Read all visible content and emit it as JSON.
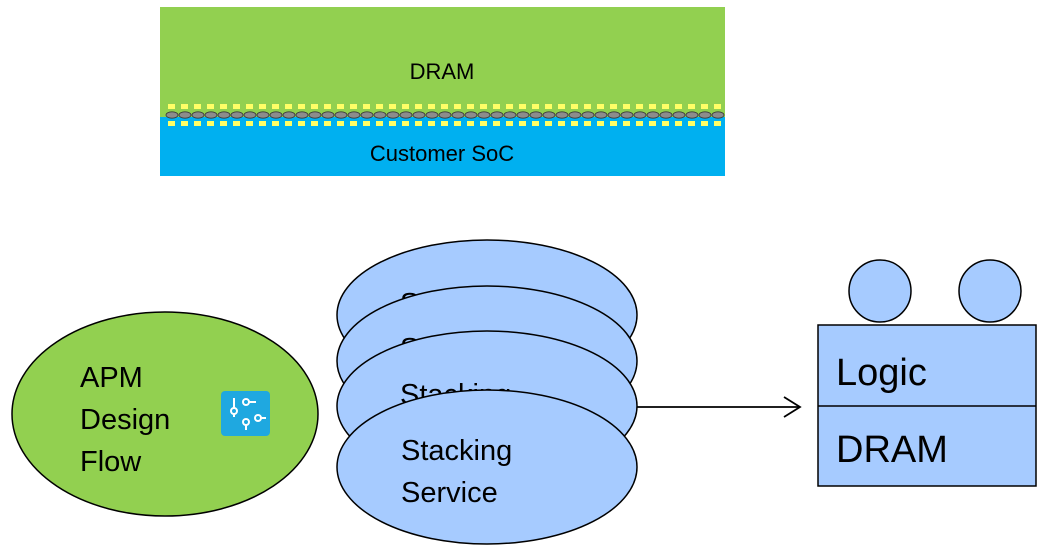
{
  "stack_diagram": {
    "top_layer_label": "DRAM",
    "bottom_layer_label": "Customer SoC"
  },
  "design_flow": {
    "label_lines": [
      "APM",
      "Design",
      "Flow"
    ]
  },
  "stacking_service": {
    "label_lines": [
      "Stacking",
      "Service"
    ],
    "partial_label": "Stacking"
  },
  "result_stack": {
    "logic_label": "Logic",
    "dram_label": "DRAM"
  },
  "colors": {
    "dram_green": "#92d050",
    "soc_blue": "#00b0f0",
    "light_blue": "#a6cbff",
    "icon_blue": "#1fa8e0",
    "bump_yellow": "#ffff66",
    "bump_gray": "#8c8c8c"
  }
}
